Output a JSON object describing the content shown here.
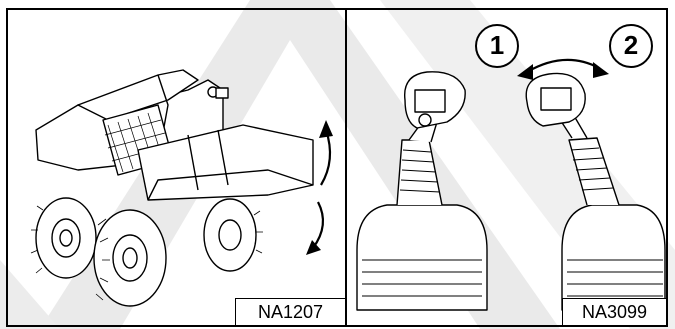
{
  "figure_left": {
    "label": "NA1207"
  },
  "figure_right": {
    "label": "NA3099",
    "callouts": [
      "1",
      "2"
    ]
  },
  "watermark_color": "#d9d9d9"
}
